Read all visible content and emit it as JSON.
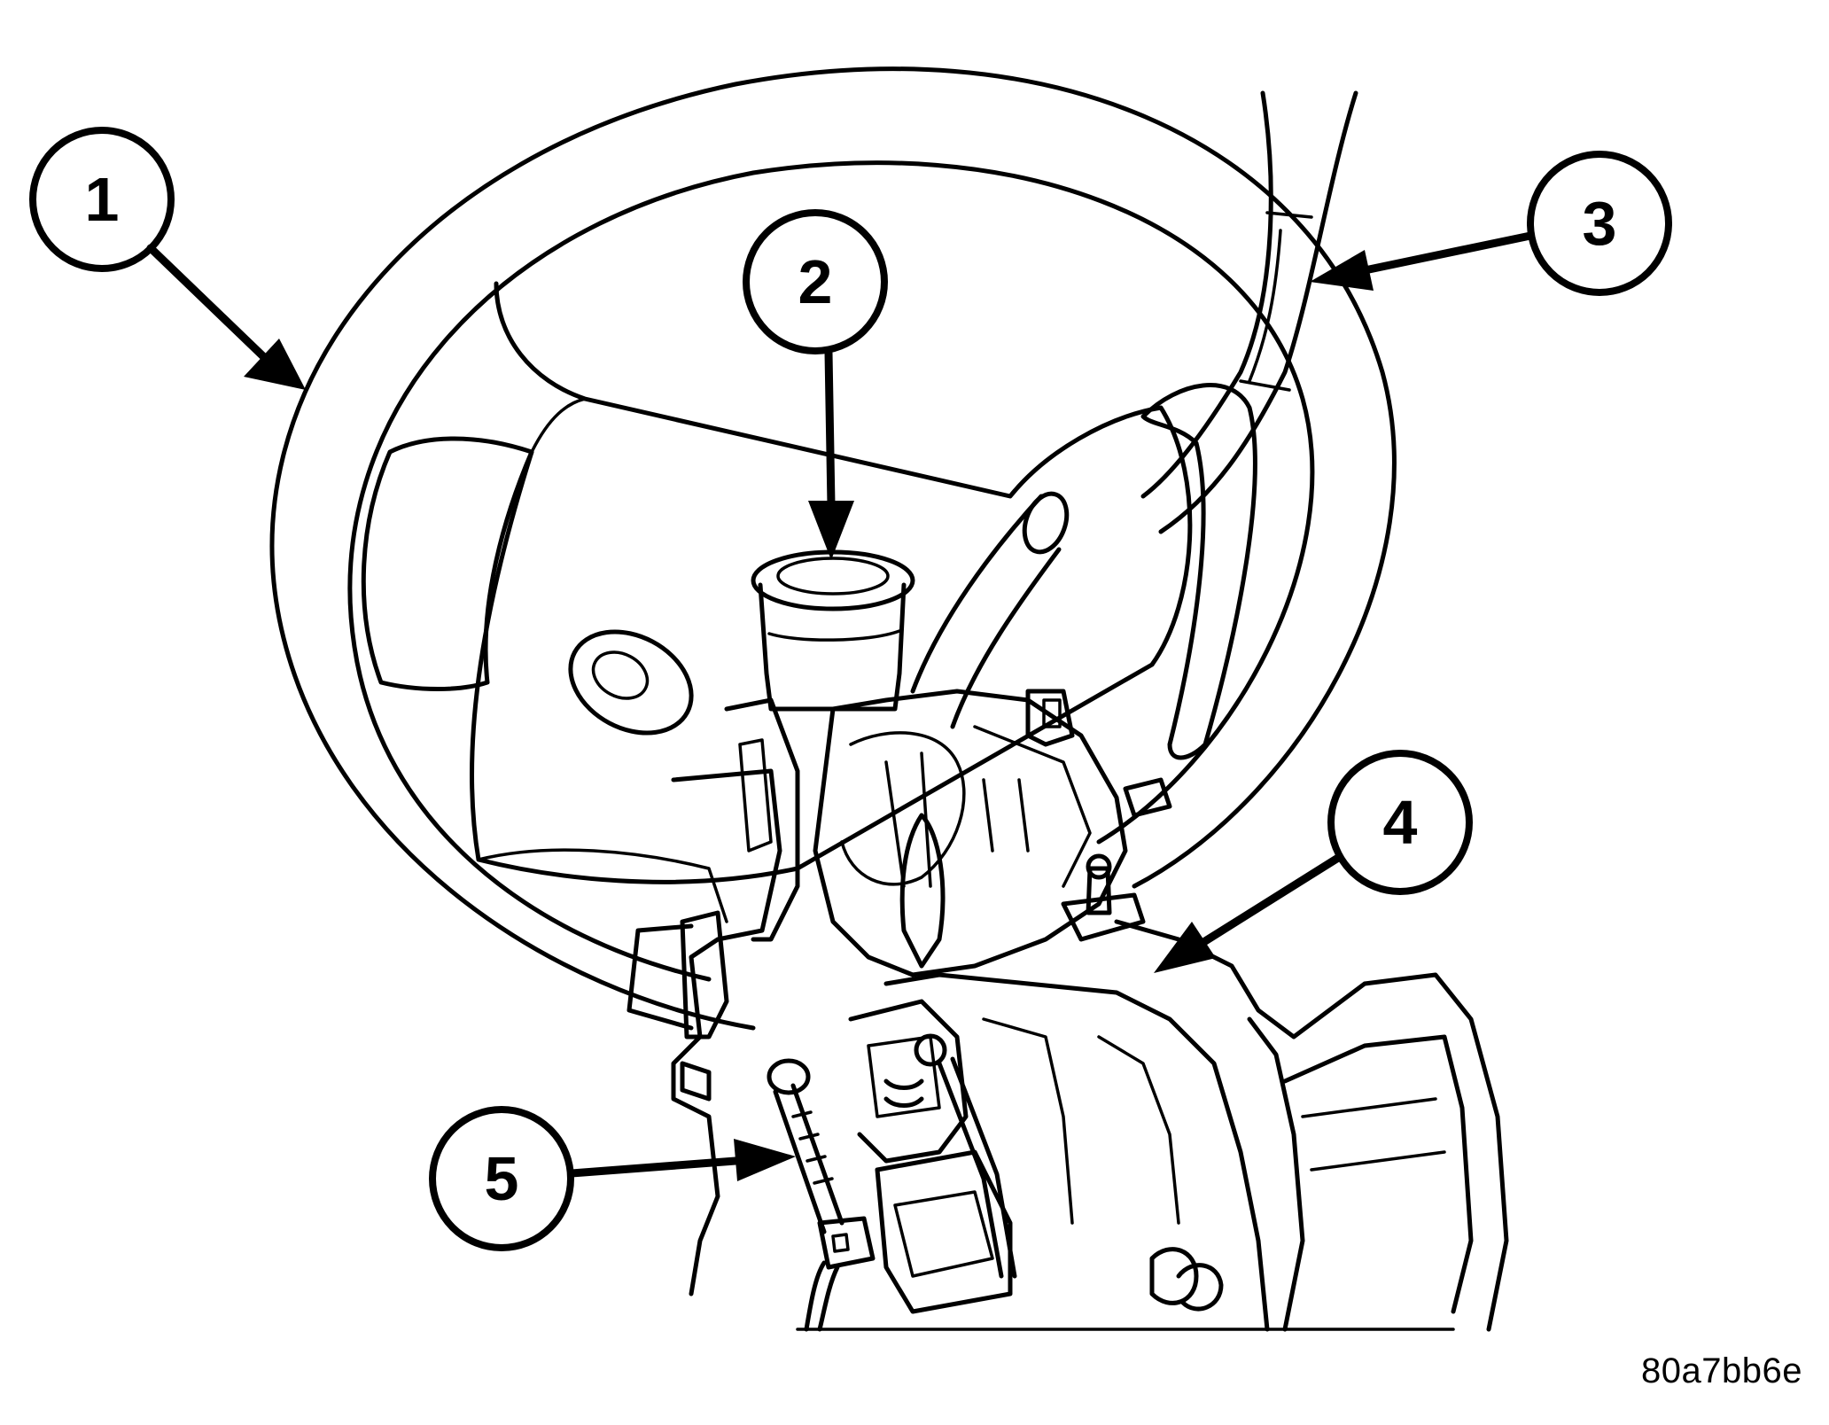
{
  "figure": {
    "id": "80a7bb6e"
  },
  "callouts": [
    {
      "number": "1"
    },
    {
      "number": "2"
    },
    {
      "number": "3"
    },
    {
      "number": "4"
    },
    {
      "number": "5"
    }
  ],
  "colors": {
    "line": "#000000",
    "background": "#ffffff"
  }
}
